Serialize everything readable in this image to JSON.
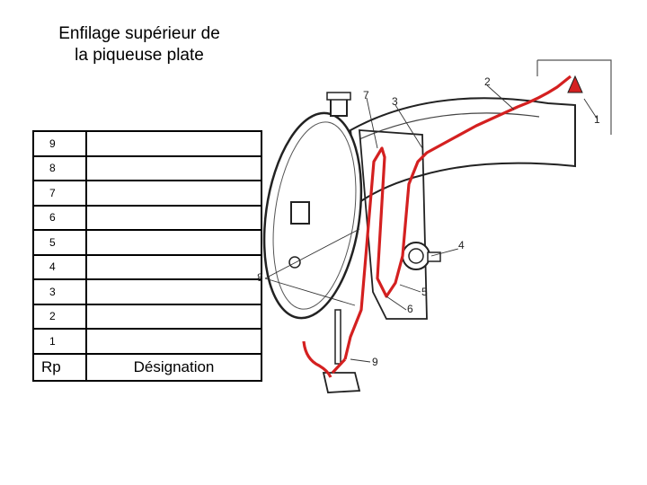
{
  "title": {
    "line1": "Enfilage supérieur de",
    "line2": "la piqueuse plate"
  },
  "legend_table": {
    "header": {
      "rp": "Rp",
      "designation": "Désignation"
    },
    "rows": [
      {
        "rp": "9",
        "designation": ""
      },
      {
        "rp": "8",
        "designation": ""
      },
      {
        "rp": "7",
        "designation": ""
      },
      {
        "rp": "6",
        "designation": ""
      },
      {
        "rp": "5",
        "designation": ""
      },
      {
        "rp": "4",
        "designation": ""
      },
      {
        "rp": "3",
        "designation": ""
      },
      {
        "rp": "2",
        "designation": ""
      },
      {
        "rp": "1",
        "designation": ""
      }
    ]
  },
  "diagram": {
    "callouts": [
      "1",
      "2",
      "3",
      "4",
      "5",
      "6",
      "7",
      "8",
      "9"
    ],
    "thread_color": "#d42020",
    "line_color": "#222222"
  }
}
